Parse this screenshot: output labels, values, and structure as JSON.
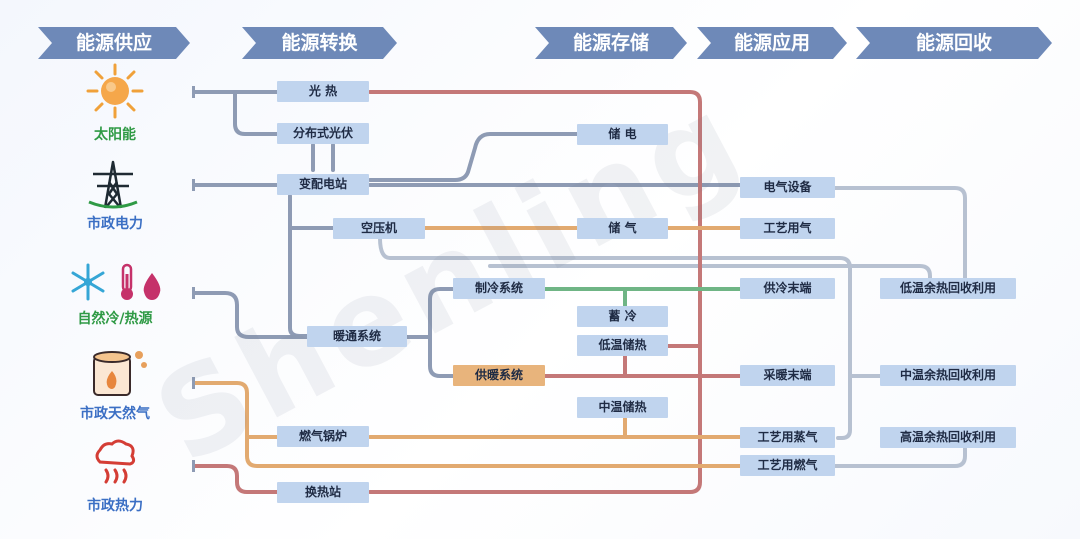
{
  "stages": [
    "能源供应",
    "能源转换",
    "能源存储",
    "能源应用",
    "能源回收"
  ],
  "sources": {
    "solar": "太阳能",
    "grid": "市政电力",
    "natural": "自然冷/热源",
    "gas": "市政天然气",
    "heat": "市政热力"
  },
  "nodes": {
    "guangre": "光 热",
    "pv": "分布式光伏",
    "substation": "变配电站",
    "compressor": "空压机",
    "hvac": "暖通系统",
    "boiler": "燃气锅炉",
    "exchange": "换热站",
    "cooling_sys": "制冷系统",
    "heating_sys": "供暖系统",
    "battery": "储 电",
    "gas_store": "储 气",
    "cold_store": "蓄 冷",
    "low_heat_store": "低温储热",
    "mid_heat_store": "中温储热",
    "elec_equip": "电气设备",
    "process_air": "工艺用气",
    "cool_end": "供冷末端",
    "heat_end": "采暖末端",
    "process_steam": "工艺用蒸气",
    "process_gas": "工艺用燃气",
    "low_recovery": "低温余热回收利用",
    "mid_recovery": "中温余热回收利用",
    "high_recovery": "高温余热回收利用"
  },
  "watermark": "Shenling",
  "colors": {
    "header": "#6e89b8",
    "node": "#c0d4ee",
    "node_orange": "#e8b47c",
    "line_gray": "#8e9bb4",
    "line_red": "#c47878",
    "line_orange": "#e2aa70",
    "line_green": "#6fb585",
    "line_light": "#b7c1d1"
  },
  "icons": [
    "sun-icon",
    "power-tower-icon",
    "snowflake-icon",
    "thermometer-icon",
    "droplet-icon",
    "gas-tank-icon",
    "steam-icon"
  ]
}
